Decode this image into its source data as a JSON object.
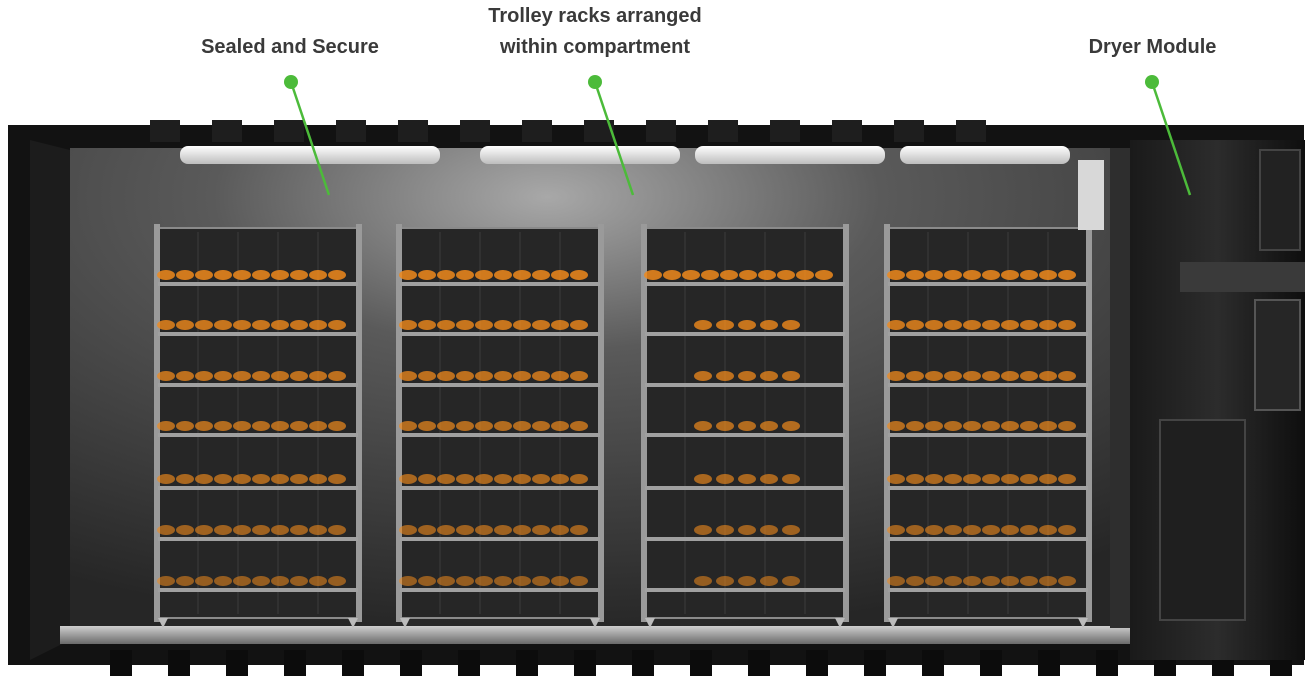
{
  "callouts": {
    "sealed": "Sealed and Secure",
    "trolley_line1": "Trolley racks arranged",
    "trolley_line2": "within compartment",
    "dryer": "Dryer Module"
  },
  "colors": {
    "pointer": "#4cbb3a",
    "label_text": "#3a3a3a",
    "produce": "#f08a1c",
    "interior": "#2a2a2a",
    "frame": "#111111"
  }
}
